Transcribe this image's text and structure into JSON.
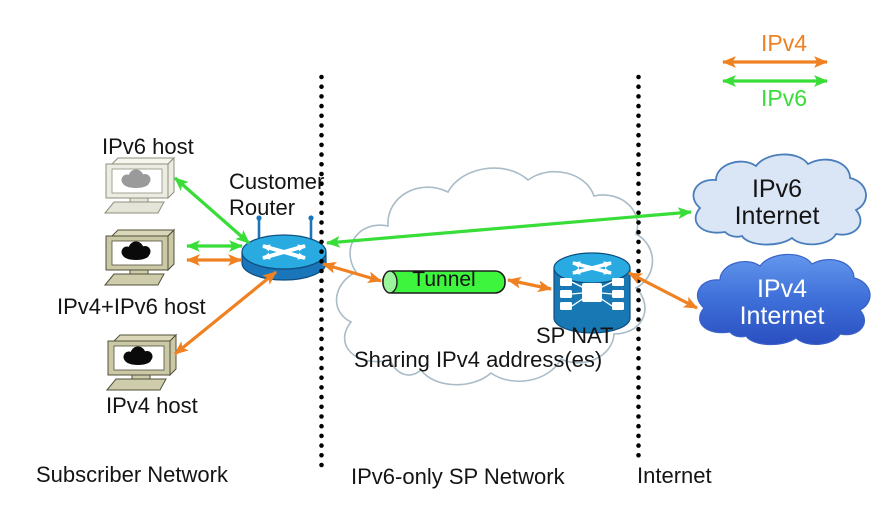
{
  "legend": {
    "ipv4": "IPv4",
    "ipv6": "IPv6"
  },
  "zones": {
    "subscriber": "Subscriber Network",
    "sp": "IPv6-only SP Network",
    "internet": "Internet"
  },
  "nodes": {
    "ipv6_host": "IPv6 host",
    "dual_host": "IPv4+IPv6 host",
    "ipv4_host": "IPv4 host",
    "customer_router": "Customer\nRouter",
    "tunnel": "Tunnel",
    "sp_nat": "SP NAT",
    "sharing_note": "Sharing IPv4 address(es)",
    "ipv6_internet": "IPv6\nInternet",
    "ipv4_internet": "IPv4\nInternet"
  },
  "colors": {
    "ipv4": "#F08122",
    "ipv6": "#38DD38",
    "router-top": "#29ABE2",
    "router-body": "#1B75BB",
    "tunnel-fill": "#3DF53D",
    "cloud-sp-stroke": "#A9BCC7",
    "cloud-ipv6-fill": "#DAE6F5",
    "cloud-ipv6-stroke": "#4A7EBB"
  }
}
